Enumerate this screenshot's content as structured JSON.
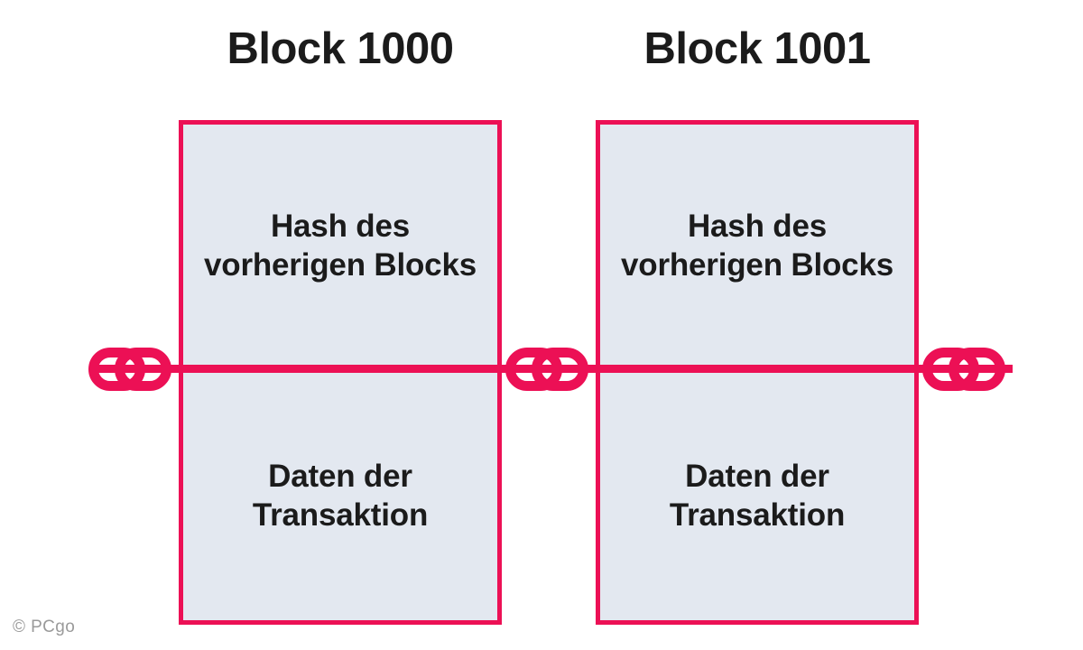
{
  "diagram": {
    "title_hidden": "Blockchain block linkage diagram",
    "colors": {
      "accent": "#ec1055",
      "block_fill": "#e3e8f0",
      "text": "#1b1b1b",
      "watermark": "#9a9a9a",
      "background": "#ffffff"
    },
    "blocks": [
      {
        "title": "Block 1000",
        "top_cell": "Hash des\nvorherigen Blocks",
        "top_cell_line1": "Hash des",
        "top_cell_line2": "vorherigen Blocks",
        "bottom_cell_line1": "Daten der",
        "bottom_cell_line2": "Transaktion"
      },
      {
        "title": "Block 1001",
        "top_cell": "Hash des\nvorherigen Blocks",
        "top_cell_line1": "Hash des",
        "top_cell_line2": "vorherigen Blocks",
        "bottom_cell_line1": "Daten der",
        "bottom_cell_line2": "Transaktion"
      }
    ],
    "connectors": [
      {
        "name": "chain-link-left",
        "icon": "chain-link-icon"
      },
      {
        "name": "chain-link-middle",
        "icon": "chain-link-icon"
      },
      {
        "name": "chain-link-right",
        "icon": "chain-link-icon"
      }
    ],
    "watermark": "© PCgo"
  }
}
